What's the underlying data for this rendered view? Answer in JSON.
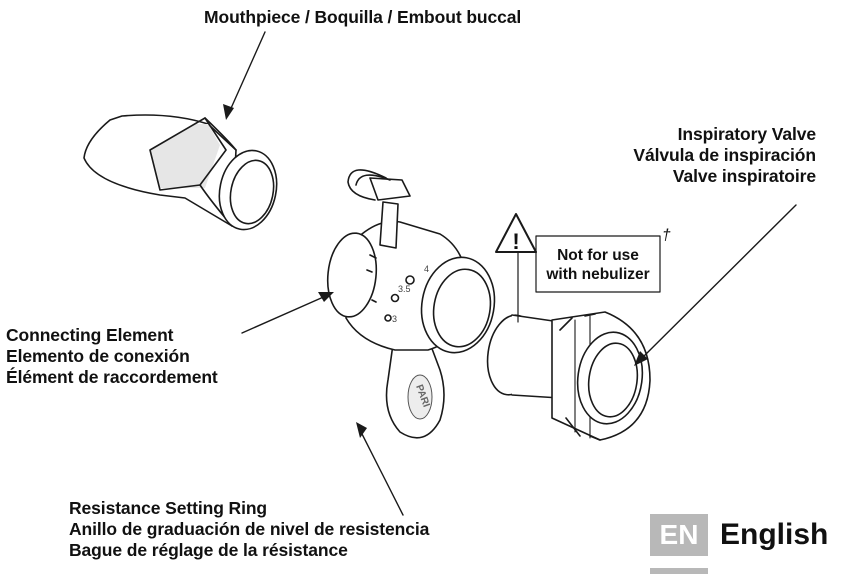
{
  "labels": {
    "mouthpiece": [
      "Mouthpiece / Boquilla / Embout buccal"
    ],
    "inspiratory_valve": [
      "Inspiratory Valve",
      "Válvula de inspiración",
      "Valve inspiratoire"
    ],
    "connecting_element": [
      "Connecting Element",
      "Elemento de conexión",
      "Élément de raccordement"
    ],
    "resistance_ring": [
      "Resistance Setting Ring",
      "Anillo de graduación de nivel de resistencia",
      "Bague de réglage de la résistance"
    ]
  },
  "warning": {
    "symbol": "!",
    "lines": [
      "Not for use",
      "with nebulizer"
    ],
    "footnote_mark": "†"
  },
  "ring_markings": [
    "3",
    "3.5",
    "4"
  ],
  "logo_text": "PARI",
  "language": {
    "code": "EN",
    "name": "English",
    "badge_color": "#b8b8b8"
  }
}
